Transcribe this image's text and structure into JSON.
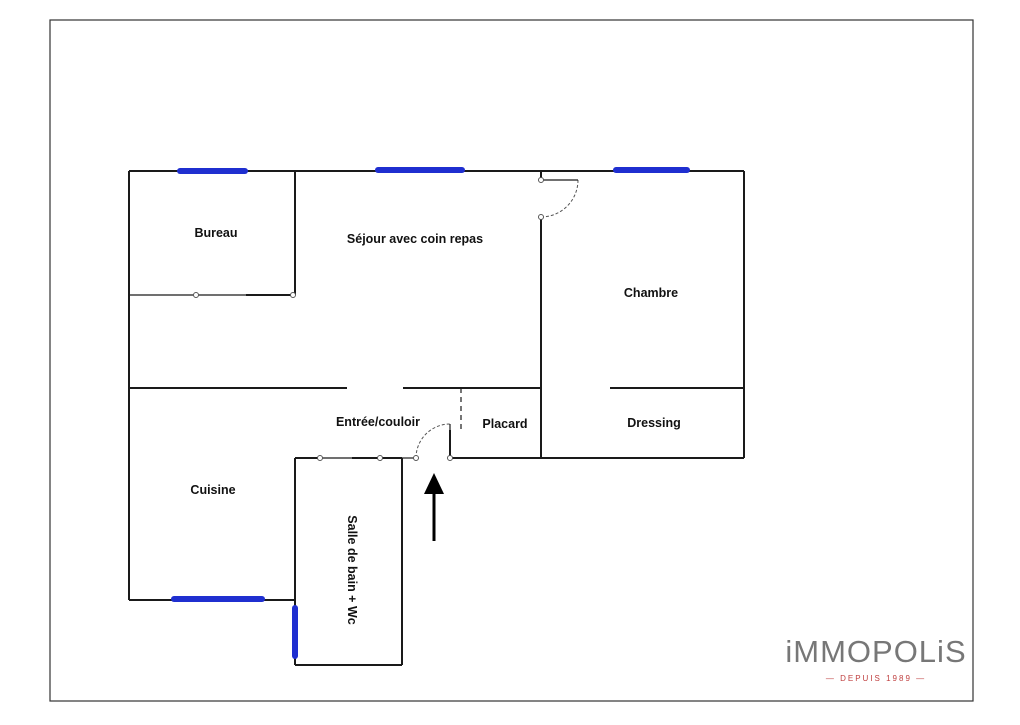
{
  "rooms": {
    "bureau": "Bureau",
    "sejour": "Séjour avec coin repas",
    "chambre": "Chambre",
    "entree": "Entrée/couloir",
    "placard": "Placard",
    "dressing": "Dressing",
    "cuisine": "Cuisine",
    "salle_de_bain": "Salle de bain + Wc"
  },
  "logo": {
    "name": "iMMOPOLiS",
    "tagline": "— DEPUIS 1989 —"
  },
  "colors": {
    "window": "#1f2fd0",
    "wall": "#1a1a1a",
    "logo": "#777777",
    "logo_accent": "#c04040"
  },
  "icons": {
    "entrance": "arrow-up-icon"
  }
}
